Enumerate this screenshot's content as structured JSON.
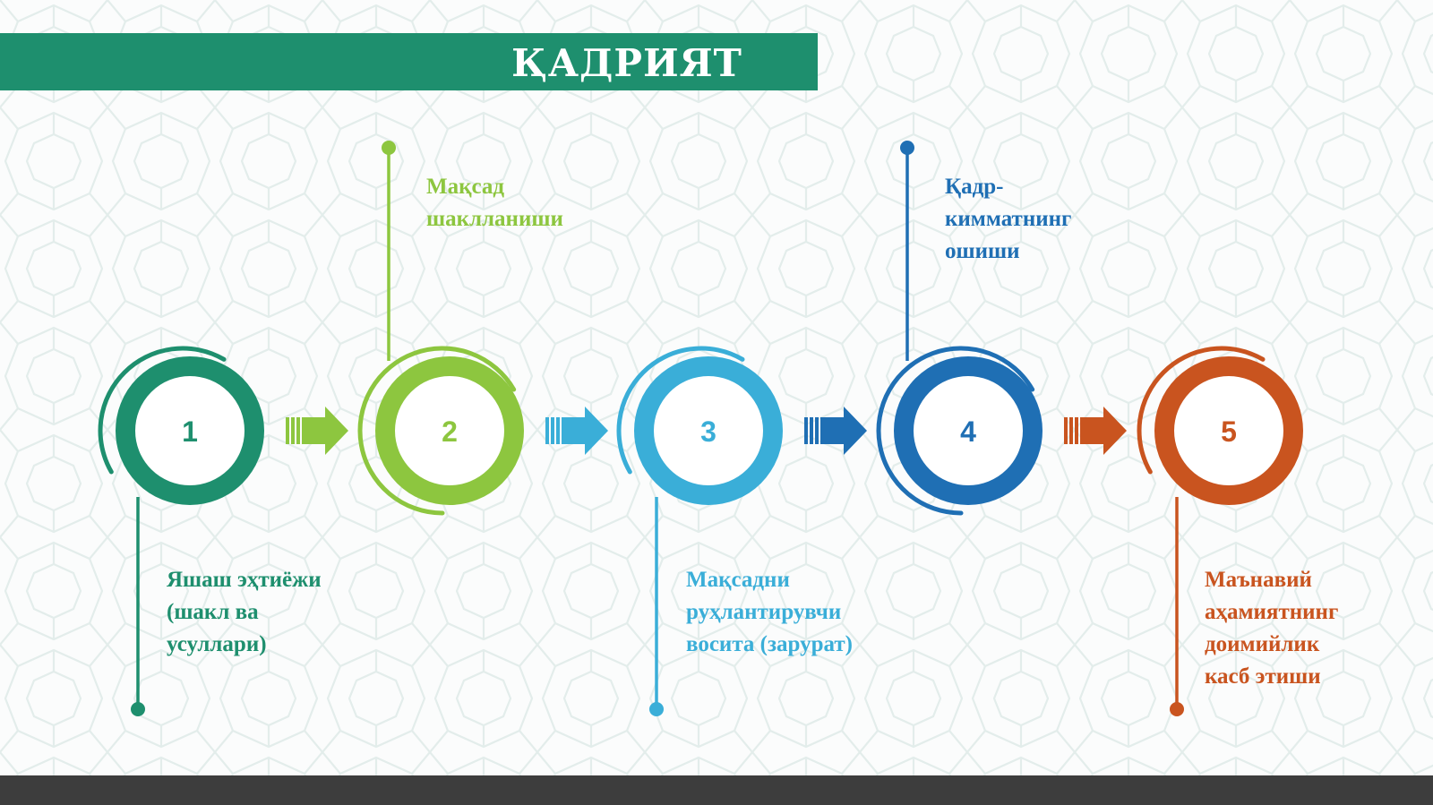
{
  "slide": {
    "title": "ҚАДРИЯТ"
  },
  "colors": {
    "title_bar": "#1e8f6e",
    "bottom_bar": "#3d3d3d",
    "pattern_stroke": "#dce8e6"
  },
  "steps": [
    {
      "number": "1",
      "label": "Яшаш эҳтиёжи\n(шакл ва\nусуллари)",
      "color": "#1e8f6e",
      "label_position": "below"
    },
    {
      "number": "2",
      "label": "Мақсад\nшаклланиши",
      "color": "#8dc63f",
      "label_position": "above"
    },
    {
      "number": "3",
      "label": "Мақсадни\nруҳлантирувчи\nвосита (зарурат)",
      "color": "#3aaed8",
      "label_position": "below"
    },
    {
      "number": "4",
      "label": "Қадр-\nкимматнинг\nошиши",
      "color": "#1f6fb4",
      "label_position": "above"
    },
    {
      "number": "5",
      "label": "Маънавий\naҳамиятнинг\nдоимийлик\nкасб этиши",
      "color": "#c9541f",
      "label_position": "below"
    }
  ]
}
